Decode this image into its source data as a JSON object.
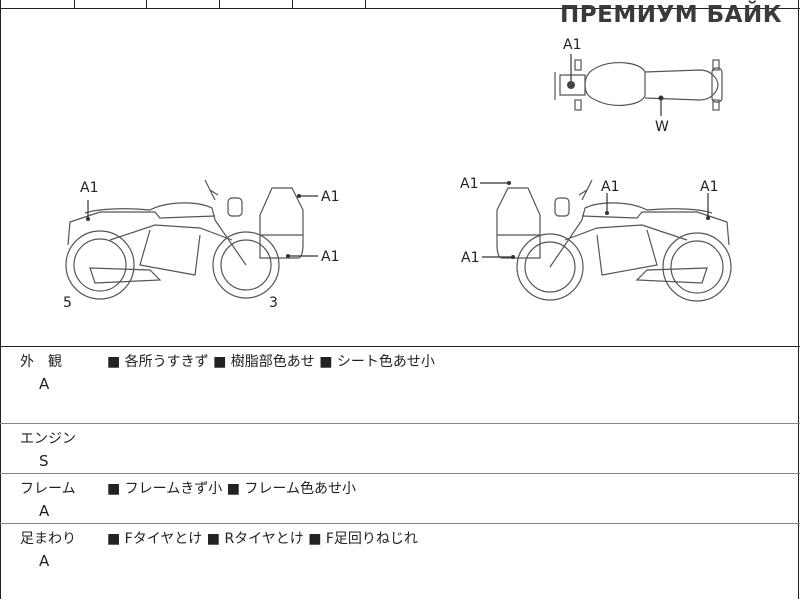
{
  "watermark": "ПРЕМИУМ БАЙК",
  "diagram": {
    "top_view": {
      "front_mark": "A1",
      "rear_mark": "W"
    },
    "left_side": {
      "rear_mark": "A1",
      "case_top_mark": "A1",
      "case_bottom_mark": "A1",
      "rear_wheel_num": "5",
      "front_wheel_num": "3"
    },
    "right_side": {
      "case_top_mark": "A1",
      "case_bottom_mark": "A1",
      "tank_mark": "A1",
      "rear_mark": "A1"
    }
  },
  "sections": [
    {
      "label": "外　観",
      "grade": "A",
      "notes": "■ 各所うすきず ■ 樹脂部色あせ ■ シート色あせ小"
    },
    {
      "label": "エンジン",
      "grade": "S",
      "notes": ""
    },
    {
      "label": "フレーム",
      "grade": "A",
      "notes": "■ フレームきず小 ■ フレーム色あせ小"
    },
    {
      "label": "足まわり",
      "grade": "A",
      "notes": "■ Fタイヤとけ ■ Rタイヤとけ ■ F足回りねじれ"
    }
  ]
}
